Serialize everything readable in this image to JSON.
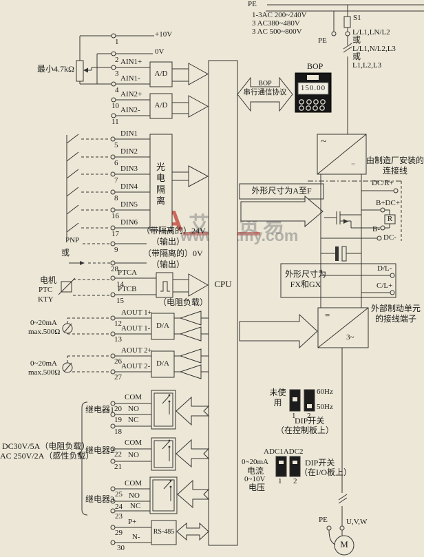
{
  "watermark": {
    "logo": "A",
    "brand": "艾特贸易",
    "url": "www.aitmy.com"
  },
  "mains": {
    "pe_top": "PE",
    "v1": "1-3AC 200~240V",
    "v2": "3 AC380~480V",
    "v3": "3 AC 500~800V",
    "s1": "S1",
    "pe": "PE",
    "opt1": "L/L1,LN/L2",
    "or1": "或",
    "opt2": "L/L1,N/L2,L3",
    "or2": "或",
    "opt3": "L1,L2,L3"
  },
  "analog": {
    "p10": "+10V",
    "zv": "0V",
    "pot": "最小4.7kΩ",
    "t1": "1",
    "t2": "2",
    "t3": "3",
    "t4": "4",
    "t10": "10",
    "t11": "11",
    "ain1p": "AIN1+",
    "ain1m": "AIN1-",
    "ain2p": "AIN2+",
    "ain2m": "AIN2-",
    "ad": "A/D"
  },
  "digital": {
    "din": [
      "DIN1",
      "DIN2",
      "DIN3",
      "DIN4",
      "DIN5",
      "DIN6"
    ],
    "nums": [
      "5",
      "6",
      "7",
      "8",
      "16",
      "17"
    ],
    "opto": "光电隔离",
    "pnp": "PNP",
    "or": "或",
    "t9": "9",
    "t28": "28",
    "out24": "（带隔离的）24V",
    "out24b": "（输出）",
    "out0": "（带隔离的）0V",
    "out0b": "（输出）"
  },
  "ptc": {
    "l1": "电机",
    "l2": "PTC",
    "l3": "KTY",
    "ptca": "PTCA",
    "ptcb": "PTCB",
    "t14": "14",
    "t15": "15",
    "load": "（电阻负载）"
  },
  "aout1": {
    "range": "0~20mA",
    "max": "max.500Ω",
    "p": "AOUT 1+",
    "m": "AOUT 1-",
    "tp": "12",
    "tm": "13",
    "da": "D/A"
  },
  "aout2": {
    "range": "0~20mA",
    "max": "max.500Ω",
    "p": "AOUT 2+",
    "m": "AOUT 2-",
    "tp": "26",
    "tm": "27",
    "da": "D/A"
  },
  "relays": {
    "r1": {
      "name": "继电器1",
      "com": "COM",
      "no": "NO",
      "nc": "NC",
      "tcom": "20",
      "tno": "19",
      "tnc": "18"
    },
    "r2": {
      "name": "继电器2",
      "com": "COM",
      "no": "NO",
      "tcom": "22",
      "tno": "21"
    },
    "r3": {
      "name": "继电器3",
      "com": "COM",
      "no": "NO",
      "nc": "NC",
      "tcom": "25",
      "tno": "24",
      "tnc": "23"
    },
    "rating1": "DC30V/5A（电阻负载）",
    "rating2": "AC 250V/2A（感性负载）"
  },
  "rs485": {
    "p": "P+",
    "n": "N-",
    "tp": "29",
    "tn": "30",
    "label": "RS-485"
  },
  "cpu": "CPU",
  "bop": {
    "title": "BOP",
    "display": "150.00",
    "link1": "BOP",
    "link2": "串行通信协议"
  },
  "power": {
    "factory": "由制造厂安装的连接线",
    "frameAF": "外形尺寸为A至F",
    "dcr": "DC/R+",
    "bdc": "B+DC+",
    "r": "R",
    "bm": "B-",
    "dcm": "DC-",
    "fx": "外形尺寸为FX和GX",
    "dl": "D/L-",
    "cl": "C/L+",
    "brake": "外部制动单元的接线端子",
    "rect_ac": "~",
    "rect_dc": "=",
    "inv_dc": "=",
    "inv_ac": "3~"
  },
  "dip1": {
    "unused": "未使用",
    "hz60": "60Hz",
    "hz50": "50Hz",
    "n1": "1",
    "n2": "2",
    "label": "DIP开关",
    "loc": "（在控制板上）"
  },
  "dip2": {
    "title": "ADC1ADC2",
    "cur1": "0~20mA",
    "cur2": "电流",
    "volt1": "0~10V",
    "volt2": "电压",
    "n1": "1",
    "n2": "2",
    "label": "DIP开关",
    "loc": "（在I/O板上）"
  },
  "output": {
    "pe": "PE",
    "uvw": "U,V,W",
    "motor": "M"
  }
}
